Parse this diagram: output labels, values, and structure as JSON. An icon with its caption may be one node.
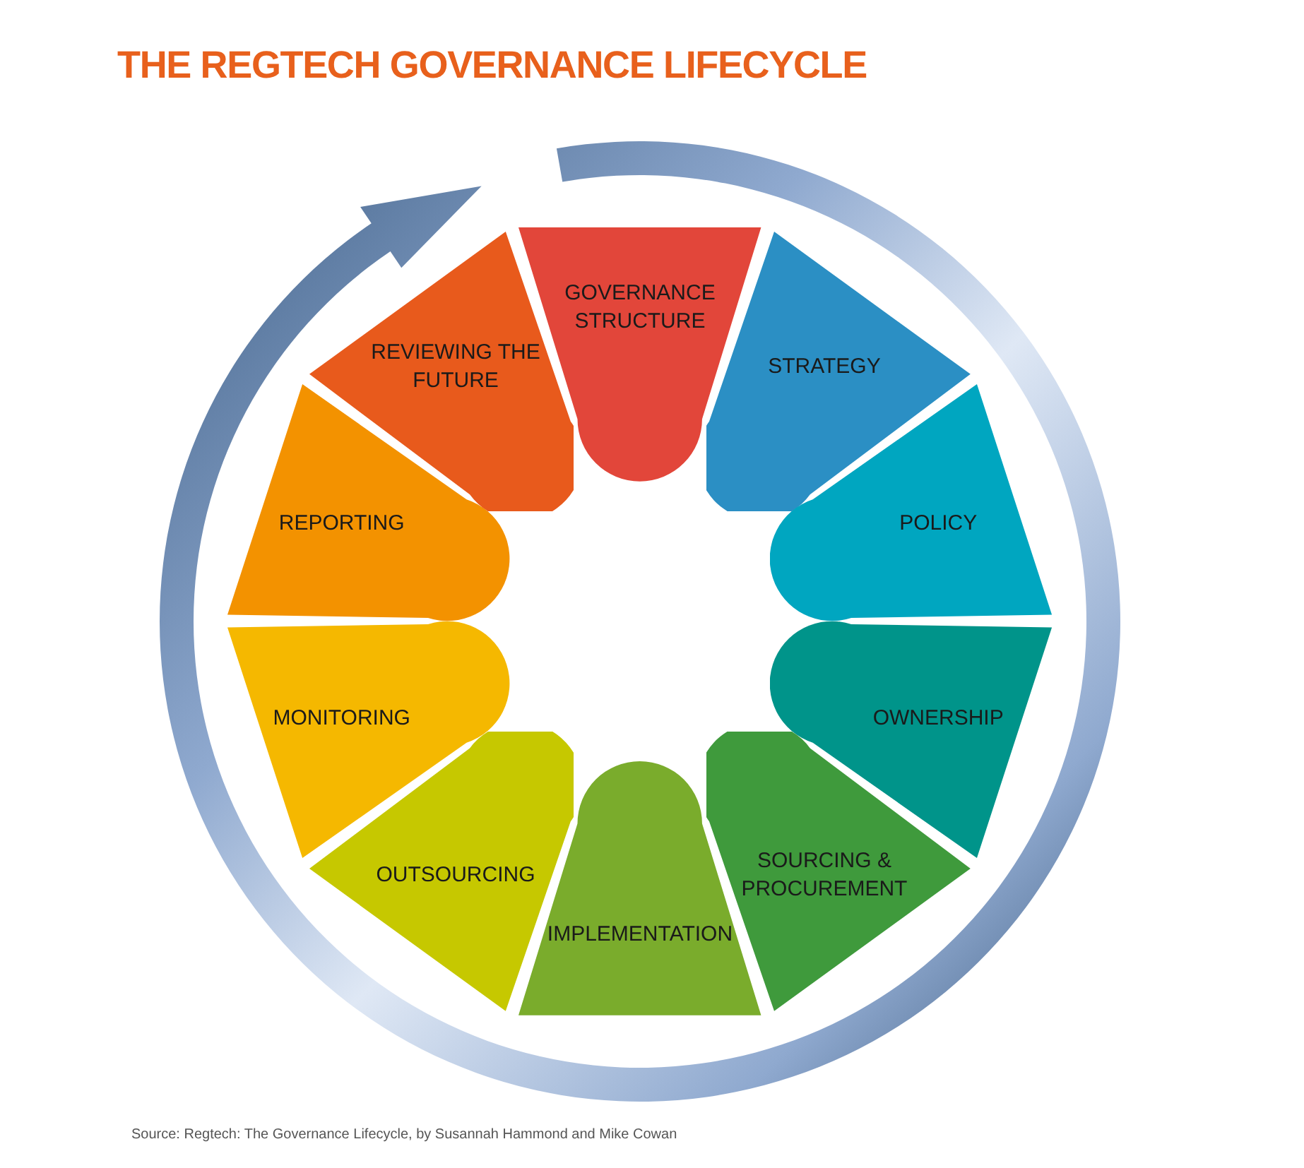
{
  "diagram": {
    "title": "THE REGTECH GOVERNANCE LIFECYCLE",
    "caption": "Source: Regtech: The Governance Lifecycle, by Susannah Hammond and Mike Cowan",
    "nodes": [
      {
        "text": [
          "GOVERNANCE STRUCTURE"
        ]
      },
      {
        "text": [
          "STRATEGY"
        ]
      },
      {
        "text": [
          "POLICY"
        ]
      },
      {
        "text": [
          "OWNERSHIP"
        ]
      },
      {
        "text": [
          "SOURCING & PROCUREMENT"
        ]
      },
      {
        "text": [
          "IMPLEMENTATION"
        ]
      },
      {
        "text": [
          "OUTSOURCING"
        ]
      },
      {
        "text": [
          "MONITORING"
        ]
      },
      {
        "text": [
          "REPORTING"
        ]
      },
      {
        "text": [
          "REVIEWING THE FUTURE"
        ]
      }
    ],
    "edges": []
  }
}
